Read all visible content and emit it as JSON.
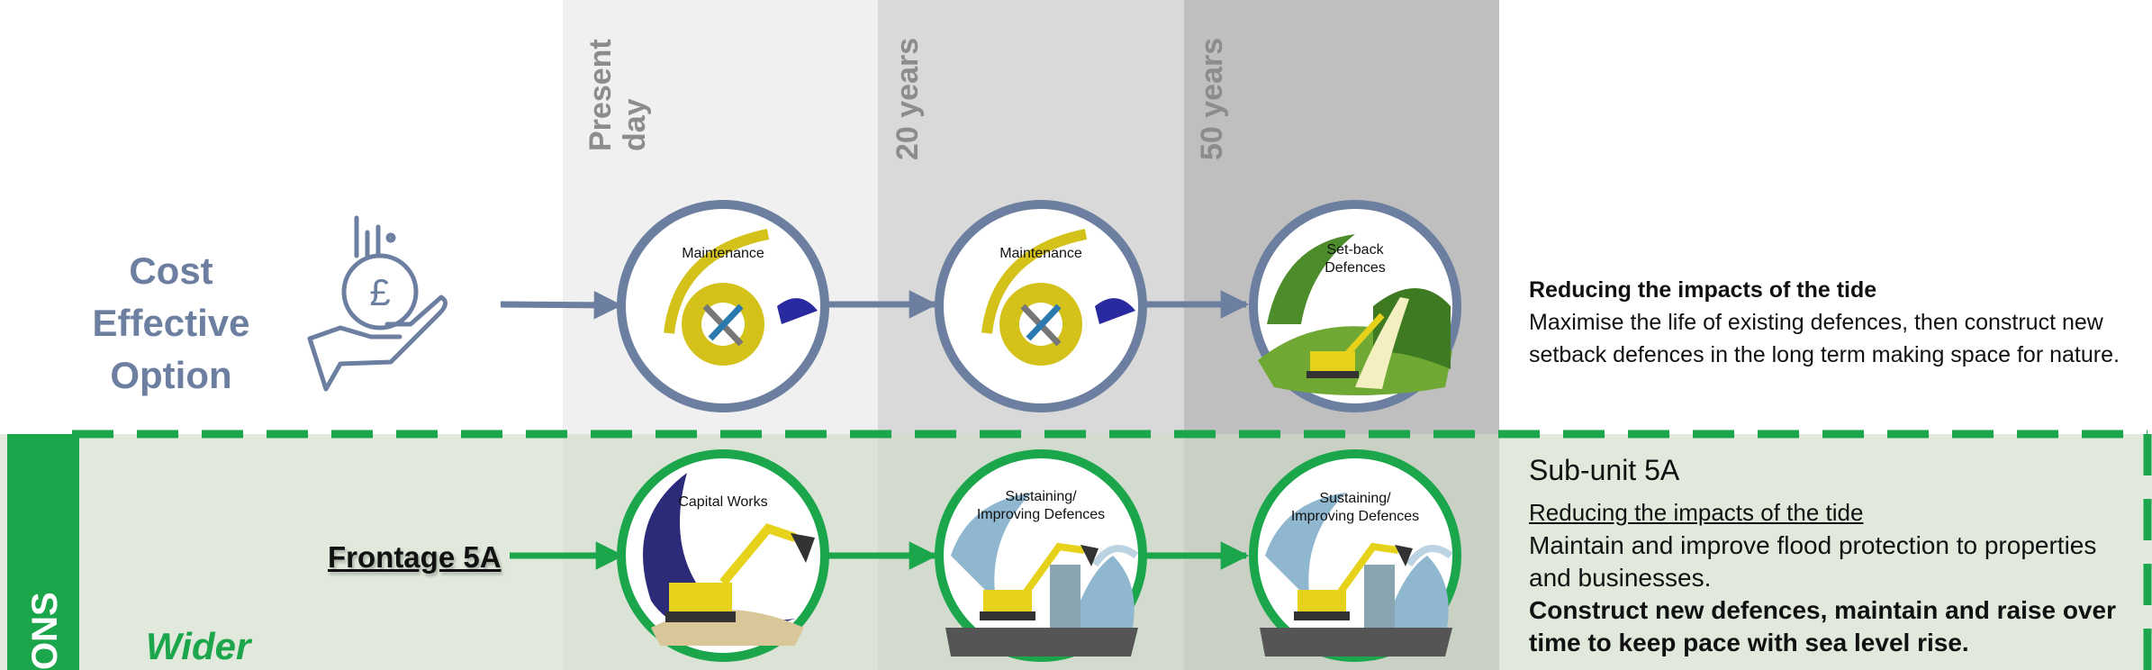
{
  "timeline": {
    "columns": [
      {
        "label": "Present day"
      },
      {
        "label": "20 years"
      },
      {
        "label": "50 years"
      }
    ]
  },
  "cost_effective": {
    "label_line1": "Cost",
    "label_line2": "Effective",
    "label_line3": "Option",
    "icon": "pound-coin-hand-icon",
    "color": "#6c7fa0",
    "stages": [
      {
        "label": "Maintenance",
        "icon": "gear-tools-icon"
      },
      {
        "label": "Maintenance",
        "icon": "gear-tools-icon"
      },
      {
        "label_line1": "Set-back",
        "label_line2": "Defences",
        "icon": "excavator-landscape-icon"
      }
    ],
    "description": {
      "heading": "Reducing the impacts of the tide",
      "body": "Maximise the life of existing defences, then construct new setback defences in the long term making space for nature."
    }
  },
  "wider_option": {
    "side_label": "ONS",
    "label": "Wider",
    "frontage": "Frontage 5A",
    "color": "#1ca64c",
    "stages": [
      {
        "label": "Capital Works",
        "icon": "excavator-icon"
      },
      {
        "label_line1": "Sustaining/",
        "label_line2": "Improving Defences",
        "icon": "excavator-wave-icon"
      },
      {
        "label_line1": "Sustaining/",
        "label_line2": "Improving Defences",
        "icon": "excavator-wave-icon"
      }
    ],
    "description": {
      "title": "Sub-unit 5A",
      "heading": "Reducing the impacts of the tide",
      "body": "Maintain and improve flood protection to properties and businesses.",
      "bold": "Construct new defences, maintain and raise over time to keep pace with sea level rise."
    }
  }
}
